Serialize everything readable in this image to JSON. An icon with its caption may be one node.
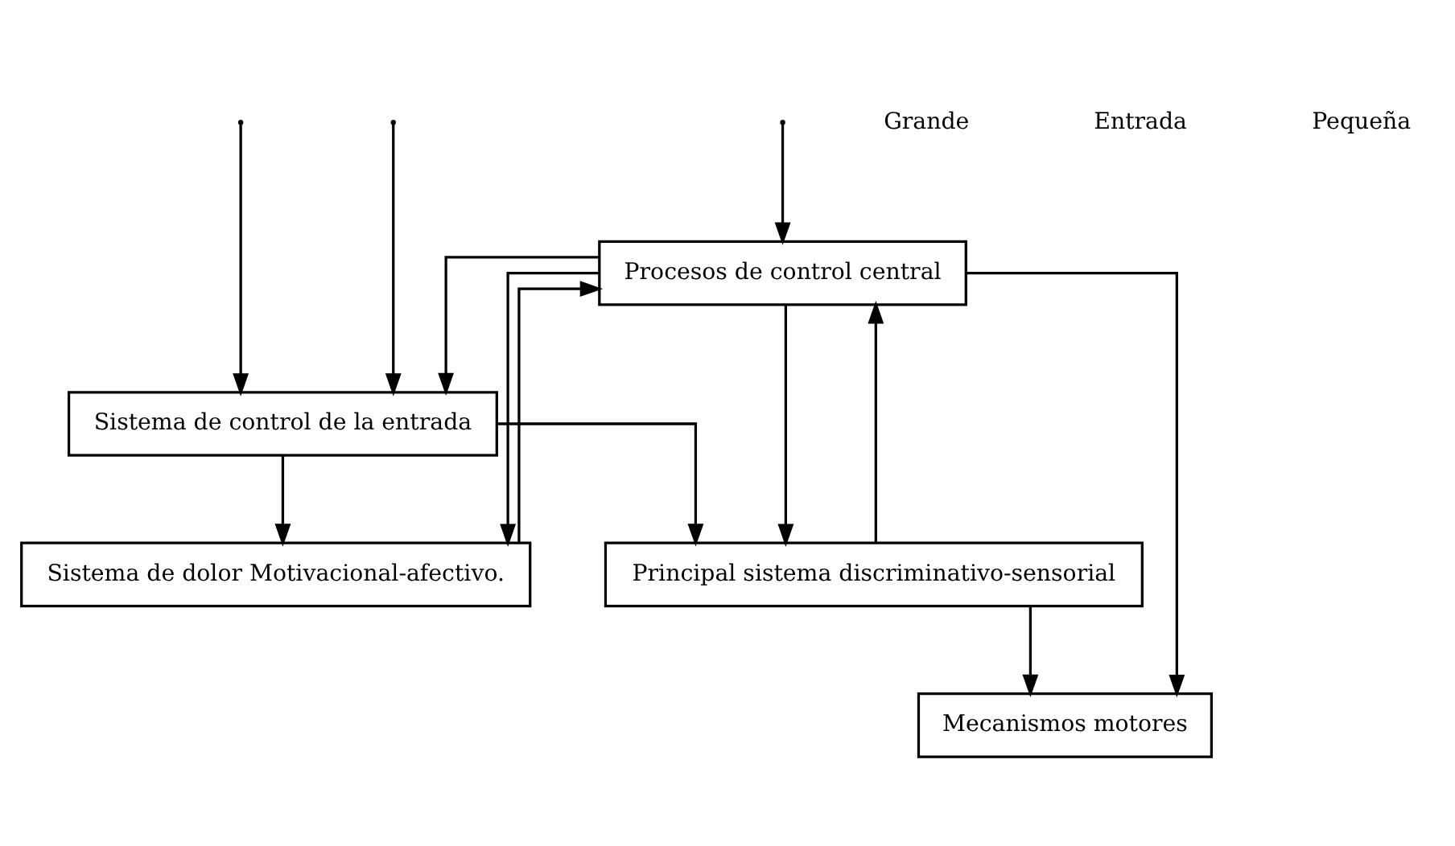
{
  "diagram": {
    "nodes": [
      {
        "text": [
          "Procesos de control central"
        ]
      },
      {
        "text": [
          "Sistema de dolor Motivacional-afectivo."
        ]
      },
      {
        "text": [
          "Mecanismos motores"
        ]
      },
      {
        "text": [
          "Sistema de control de la entrada"
        ]
      },
      {
        "text": [
          "Principal sistema discriminativo-sensorial"
        ]
      }
    ],
    "edges": [
      {
        "from": null,
        "to": 3,
        "arrow": "to"
      },
      {
        "from": null,
        "to": 0,
        "arrow": "to"
      },
      {
        "from": null,
        "to": 3,
        "arrow": "to"
      },
      {
        "from": 0,
        "to": 3,
        "arrow": "to"
      },
      {
        "from": 1,
        "to": 0,
        "arrow": "to"
      },
      {
        "from": 0,
        "to": 1,
        "arrow": "to"
      },
      {
        "from": 3,
        "to": 1,
        "arrow": "to"
      },
      {
        "from": 3,
        "to": 4,
        "arrow": "to"
      },
      {
        "from": 0,
        "to": 4,
        "arrow": "to"
      },
      {
        "from": 4,
        "to": 0,
        "arrow": "to"
      },
      {
        "from": 0,
        "to": 2,
        "arrow": "to"
      },
      {
        "from": 4,
        "to": 2,
        "arrow": "to"
      }
    ],
    "labels": [
      "Grande",
      "Entrada",
      "Pequeña"
    ]
  }
}
